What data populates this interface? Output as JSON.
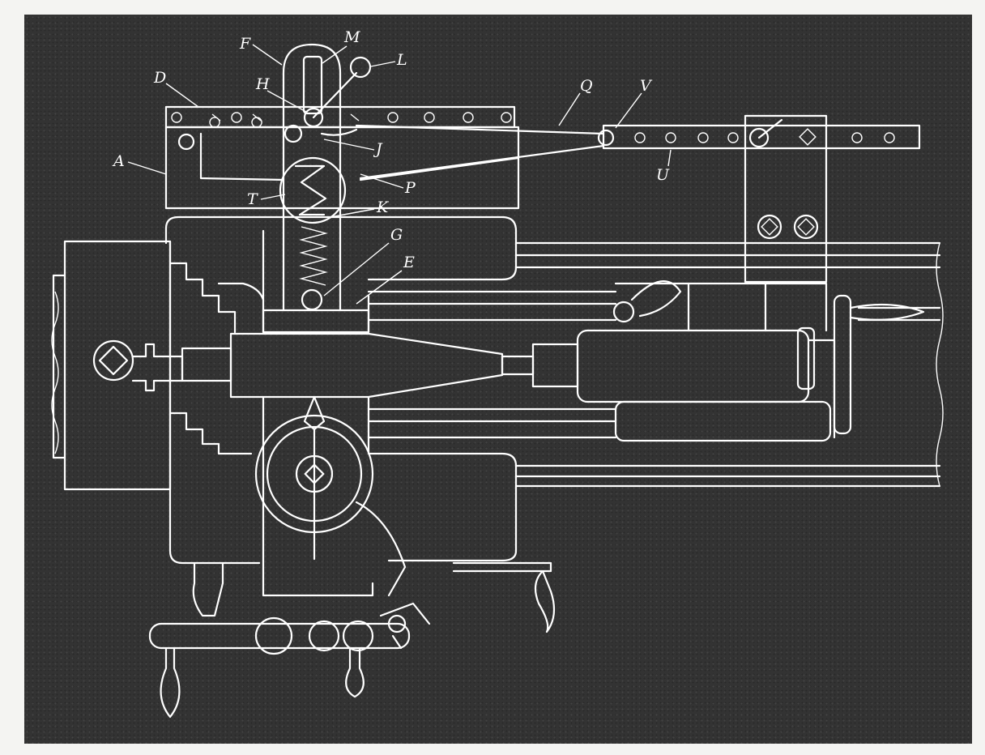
{
  "diagram": {
    "labels": [
      "F",
      "M",
      "L",
      "D",
      "H",
      "Q",
      "V",
      "J",
      "A",
      "P",
      "T",
      "K",
      "U",
      "G",
      "E"
    ]
  },
  "colors": {
    "background": "#333333",
    "line": "#ffffff",
    "paper": "#f4f4f2"
  }
}
